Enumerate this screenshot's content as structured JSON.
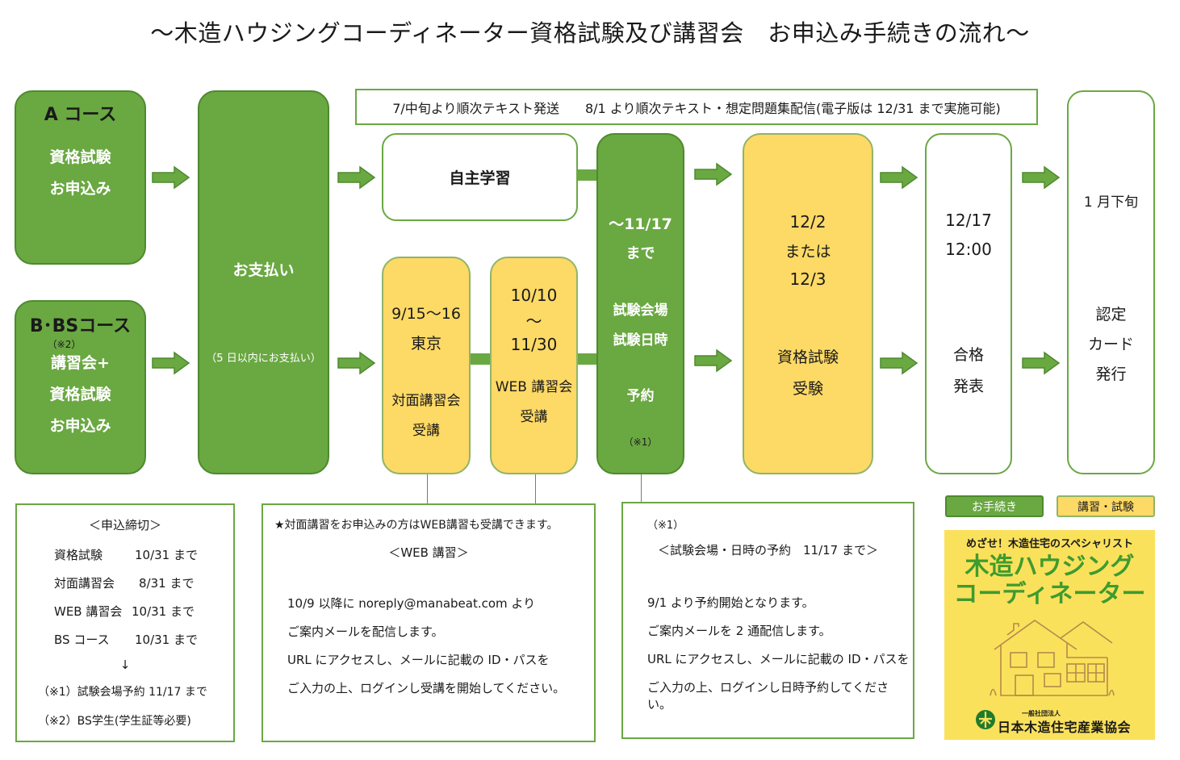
{
  "title": "～木造ハウジングコーディネーター資格試験及び講習会　お申込み手続きの流れ～",
  "colors": {
    "green": "#6aa842",
    "yellow": "#fdd966",
    "border_green": "#4e8a2e"
  },
  "banner": "7/中旬より順次テキスト発送　　8/1 より順次テキスト・想定問題集配信(電子版は 12/31 まで実施可能)",
  "course_a": {
    "title": "A コース",
    "line1": "資格試験",
    "line2": "お申込み"
  },
  "course_b": {
    "title": "B･BSコース",
    "mark": "（※2）",
    "line1": "講習会+",
    "line2": "資格試験",
    "line3": "お申込み"
  },
  "payment": {
    "label": "お支払い",
    "note": "（5 日以内にお支払い）"
  },
  "self_study": "自主学習",
  "tokyo": {
    "date": "9/15～16",
    "place": "東京",
    "line1": "対面講習会",
    "line2": "受講"
  },
  "web": {
    "date1": "10/10",
    "tilde": "～",
    "date2": "11/30",
    "line1": "WEB 講習会",
    "line2": "受講"
  },
  "reserve": {
    "date": "～11/17",
    "until": "まで",
    "line1": "試験会場",
    "line2": "試験日時",
    "line3": "予約",
    "mark": "（※1）"
  },
  "exam": {
    "date1": "12/2",
    "or": "または",
    "date2": "12/3",
    "line1": "資格試験",
    "line2": "受験"
  },
  "result": {
    "date": "12/17",
    "time": "12:00",
    "line1": "合格",
    "line2": "発表"
  },
  "card": {
    "date": "1 月下旬",
    "line1": "認定",
    "line2": "カード",
    "line3": "発行"
  },
  "deadline": {
    "heading": "＜申込締切＞",
    "rows": [
      {
        "label": "資格試験",
        "value": "10/31 まで"
      },
      {
        "label": "対面講習会",
        "value": "8/31 まで"
      },
      {
        "label": "WEB 講習会",
        "value": "10/31 まで"
      },
      {
        "label": "BS コース",
        "value": "10/31 まで"
      }
    ],
    "arrow": "↓",
    "note1": "（※1）試験会場予約 11/17 まで",
    "note2": "（※2）BS学生(学生証等必要)"
  },
  "web_note": {
    "star": "★対面講習をお申込みの方はWEB講習も受講できます。",
    "heading": "＜WEB 講習＞",
    "line1": "10/9 以降に noreply@manabeat.com より",
    "line2": "ご案内メールを配信します。",
    "line3": "URL にアクセスし、メールに記載の ID・パスを",
    "line4": "ご入力の上、ログインし受講を開始してください。"
  },
  "reserve_note": {
    "mark": "（※1）",
    "heading": "＜試験会場・日時の予約　11/17 まで＞",
    "line1": "9/1 より予約開始となります。",
    "line2": "ご案内メールを 2 通配信します。",
    "line3": "URL にアクセスし、メールに記載の ID・パスを",
    "line4": "ご入力の上、ログインし日時予約してください。"
  },
  "legend": {
    "procedure": "お手続き",
    "course_exam": "講習・試験"
  },
  "logo": {
    "tagline": "めざせ！木造住宅のスペシャリスト",
    "name1": "木造ハウジング",
    "name2": "コーディネーター",
    "org_small": "一般社団法人",
    "org": "日本木造住宅産業協会"
  }
}
